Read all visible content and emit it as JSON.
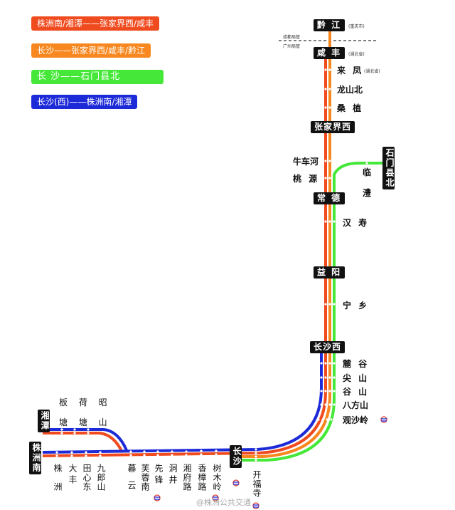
{
  "legend": [
    {
      "label": "株洲南/湘潭——张家界西/咸丰",
      "color": "#f04b1f"
    },
    {
      "label": "长沙——张家界西/咸丰/黔江",
      "color": "#f7871e"
    },
    {
      "label": "长 沙——石门县北",
      "color": "#45e838"
    },
    {
      "label": "长沙(西)——株洲南/湘潭",
      "color": "#1d2ad8"
    }
  ],
  "major_stations": {
    "qianjiang": "黔 江",
    "xianfeng": "咸 丰",
    "zhangjiajiexi": "张家界西",
    "changde": "常 德",
    "yiyang": "益 阳",
    "changshaxi": "长沙西",
    "shimenxianbei": "石门县北",
    "xiangtan": "湘潭",
    "zhuzhounan": "株洲南",
    "changsha": "长沙"
  },
  "notes": {
    "qianjiang_region": "(重庆市)",
    "xianfeng_region": "(湖北省)",
    "laifeng_region": "(湖北省)",
    "bureau_chengdu": "成都局管",
    "bureau_guangzhou": "广州局管"
  },
  "stations": {
    "laifeng": "来 凤",
    "longshanbei": "龙山北",
    "sangzhi": "桑 植",
    "niucheh": "牛车河",
    "taoyuan": "桃 源",
    "linli_1": "临",
    "linli_2": "澧",
    "hanshou": "汉 寿",
    "ningxiang": "宁 乡",
    "lugu": "麓 谷",
    "jianshan": "尖 山",
    "gushan": "谷 山",
    "bafangshan": "八方山",
    "guanshaling": "观沙岭",
    "banshanzhao": "板 荷 昭",
    "tangtangshan": "塘 塘 山",
    "zhuzhou": "株洲",
    "dafeng": "大丰",
    "tiandong": "田心东",
    "jiulangshan": "九郎山",
    "muyun": "暮云",
    "furongnan": "芙蓉南",
    "xianfeng2": "先锋",
    "dongjing": "洞井",
    "xiangfulu": "湘府路",
    "xiangzhanglu": "香樟路",
    "shumuling": "树木岭",
    "kaifusi": "开福寺"
  },
  "watermark": "@株洲公共交通"
}
